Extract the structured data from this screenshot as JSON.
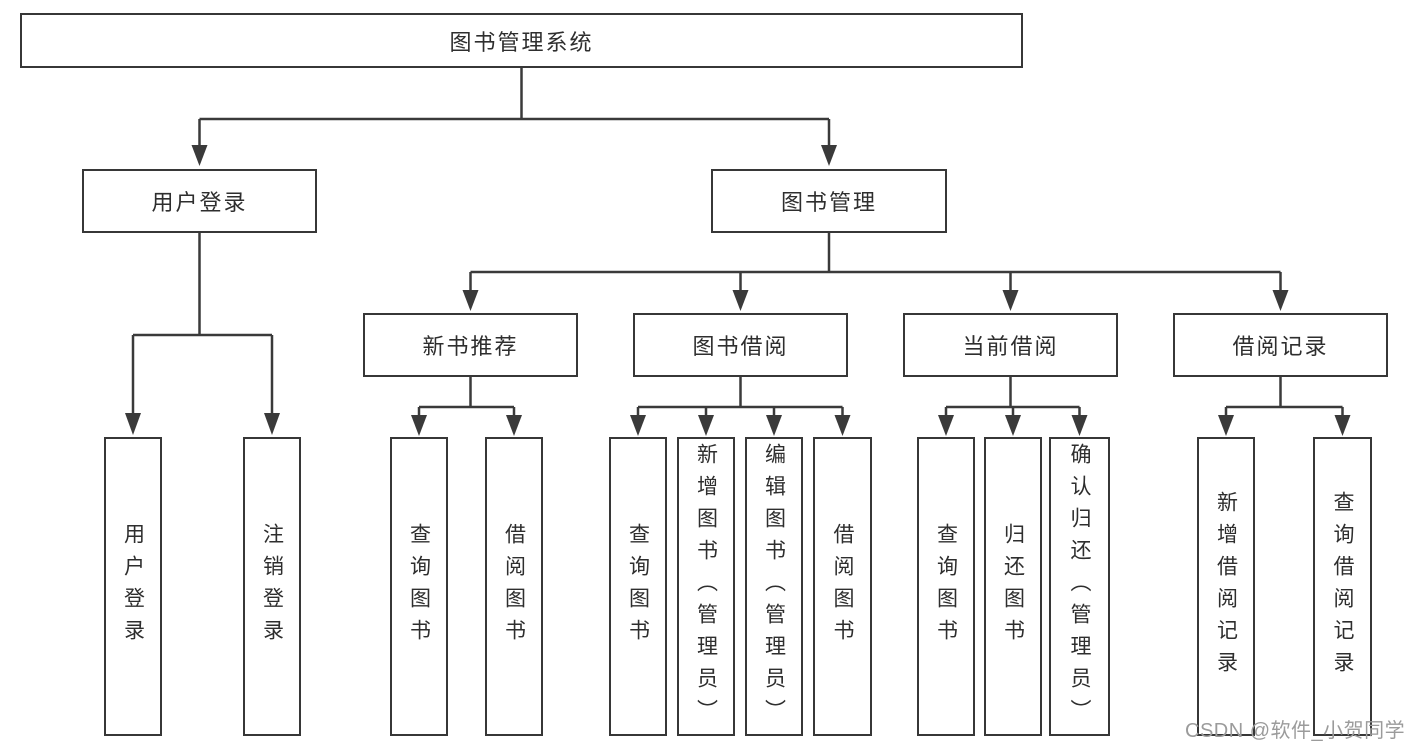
{
  "diagram": {
    "root": {
      "label": "图书管理系统"
    },
    "level2": [
      {
        "label": "用户登录"
      },
      {
        "label": "图书管理"
      }
    ],
    "level3": [
      {
        "label": "新书推荐",
        "parent": "图书管理"
      },
      {
        "label": "图书借阅",
        "parent": "图书管理"
      },
      {
        "label": "当前借阅",
        "parent": "图书管理"
      },
      {
        "label": "借阅记录",
        "parent": "图书管理"
      }
    ],
    "leaves": [
      {
        "label": "用户登录",
        "parent": "用户登录"
      },
      {
        "label": "注销登录",
        "parent": "用户登录"
      },
      {
        "label": "查询图书",
        "parent": "新书推荐"
      },
      {
        "label": "借阅图书",
        "parent": "新书推荐"
      },
      {
        "label": "查询图书",
        "parent": "图书借阅"
      },
      {
        "label": "新增图书（管理员）",
        "parent": "图书借阅"
      },
      {
        "label": "编辑图书（管理员）",
        "parent": "图书借阅"
      },
      {
        "label": "借阅图书",
        "parent": "图书借阅"
      },
      {
        "label": "查询图书",
        "parent": "当前借阅"
      },
      {
        "label": "归还图书",
        "parent": "当前借阅"
      },
      {
        "label": "确认归还（管理员）",
        "parent": "当前借阅"
      },
      {
        "label": "新增借阅记录",
        "parent": "借阅记录"
      },
      {
        "label": "查询借阅记录",
        "parent": "借阅记录"
      }
    ],
    "colors": {
      "line": "#3a3a3a",
      "border": "#373737",
      "text": "#2e2e2e",
      "watermark": "#9b9b9b",
      "background": "#ffffff"
    }
  },
  "watermark": {
    "text": "CSDN @软件_小贺同学"
  }
}
